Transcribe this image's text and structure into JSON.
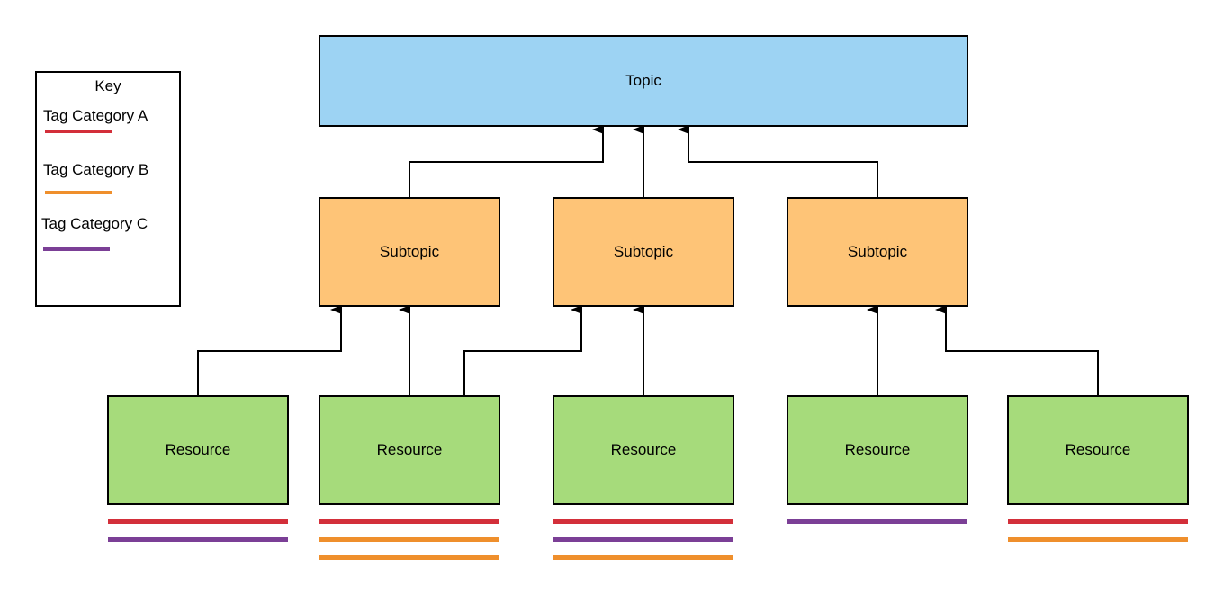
{
  "colors": {
    "topic_fill": "#9dd3f3",
    "subtopic_fill": "#fec477",
    "resource_fill": "#a6db7b",
    "tag_a": "#d32f3a",
    "tag_b": "#ef8f2c",
    "tag_c": "#7b3f96"
  },
  "key": {
    "title": "Key",
    "items": [
      {
        "label": "Tag Category A",
        "color_ref": "tag_a"
      },
      {
        "label": "Tag Category B",
        "color_ref": "tag_b"
      },
      {
        "label": "Tag Category  C",
        "color_ref": "tag_c"
      }
    ]
  },
  "topic": {
    "label": "Topic"
  },
  "subtopics": [
    {
      "label": "Subtopic"
    },
    {
      "label": "Subtopic"
    },
    {
      "label": "Subtopic"
    }
  ],
  "resources": [
    {
      "label": "Resource",
      "parents": [
        1
      ],
      "tags": [
        "A",
        "C"
      ]
    },
    {
      "label": "Resource",
      "parents": [
        1,
        2
      ],
      "tags": [
        "A",
        "B",
        "B"
      ]
    },
    {
      "label": "Resource",
      "parents": [
        2
      ],
      "tags": [
        "A",
        "C",
        "B"
      ]
    },
    {
      "label": "Resource",
      "parents": [
        3
      ],
      "tags": [
        "C"
      ]
    },
    {
      "label": "Resource",
      "parents": [
        3
      ],
      "tags": [
        "A",
        "B"
      ]
    }
  ]
}
